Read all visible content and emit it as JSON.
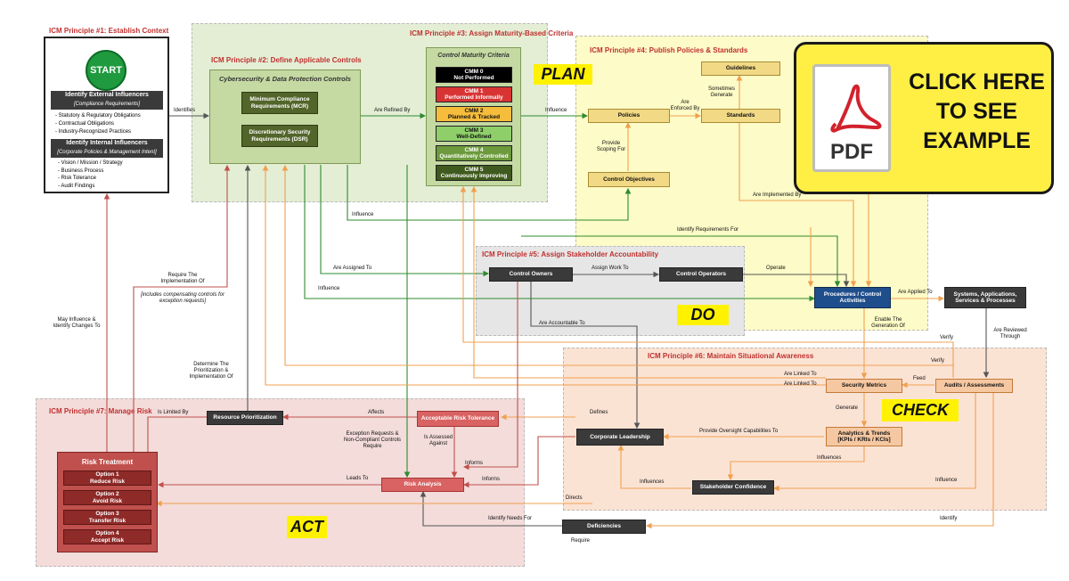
{
  "colors": {
    "green": "#2e8b2e",
    "orange": "#f0a050",
    "red": "#c0504d",
    "gray": "#555555",
    "cta": "#ffee44"
  },
  "p1": {
    "title": "ICM Principle #1: Establish Context",
    "start": "START",
    "ext_title": "Identify External Influencers",
    "ext_sub": "[Compliance Requirements]",
    "ext_items": [
      "- Statutory & Regulatory Obligations",
      "- Contractual Obligations",
      "- Industry-Recognized Practices"
    ],
    "int_title": "Identify Internal Influencers",
    "int_sub": "[Corporate Policies & Management Intent]",
    "int_items": [
      "- Vision / Mission / Strategy",
      "- Business Process",
      "- Risk Tolerance",
      "- Audit Findings"
    ]
  },
  "p2": {
    "title": "ICM Principle #2: Define Applicable Controls",
    "inner": "Cybersecurity & Data Protection Controls",
    "mcr": "Minimum Compliance Requirements (MCR)",
    "dsr": "Discretionary Security Requirements (DSR)"
  },
  "p3": {
    "title": "ICM Principle #3: Assign Maturity-Based Criteria",
    "inner": "Control Maturity Criteria",
    "cmm": [
      {
        "t": "CMM 0",
        "s": "Not Performed",
        "bg": "#000000",
        "fg": "#ffffff"
      },
      {
        "t": "CMM 1",
        "s": "Performed Informally",
        "bg": "#d93434",
        "fg": "#ffffff"
      },
      {
        "t": "CMM 2",
        "s": "Planned & Tracked",
        "bg": "#f6bd3c",
        "fg": "#111111"
      },
      {
        "t": "CMM 3",
        "s": "Well-Defined",
        "bg": "#8fcf6a",
        "fg": "#111111"
      },
      {
        "t": "CMM 4",
        "s": "Quantitatively Controlled",
        "bg": "#6c9a3c",
        "fg": "#ffffff"
      },
      {
        "t": "CMM 5",
        "s": "Continuously Improving",
        "bg": "#3f5a1e",
        "fg": "#ffffff"
      }
    ]
  },
  "p4": {
    "title": "ICM Principle #4: Publish Policies & Standards",
    "guidelines": "Guidelines",
    "policies": "Policies",
    "standards": "Standards",
    "objectives": "Control Objectives"
  },
  "p5": {
    "title": "ICM Principle #5: Assign Stakeholder Accountability",
    "owners": "Control Owners",
    "operators": "Control Operators"
  },
  "p6": {
    "title": "ICM Principle #6: Maintain Situational Awareness",
    "metrics": "Security Metrics",
    "audits": "Audits / Assessments",
    "analytics1": "Analytics & Trends",
    "analytics2": "[KPIs / KRIs / KCIs]",
    "confidence": "Stakeholder Confidence",
    "leadership": "Corporate Leadership",
    "deficiencies": "Deficiencies"
  },
  "p7": {
    "title": "ICM Principle #7: Manage Risk",
    "treatment": "Risk Treatment",
    "options": [
      {
        "t": "Option 1",
        "s": "Reduce Risk"
      },
      {
        "t": "Option 2",
        "s": "Avoid Risk"
      },
      {
        "t": "Option 3",
        "s": "Transfer Risk"
      },
      {
        "t": "Option 4",
        "s": "Accept Risk"
      }
    ],
    "prioritization": "Resource Prioritization",
    "tolerance": "Acceptable Risk Tolerance",
    "analysis": "Risk Analysis"
  },
  "procedures": "Procedures / Control Activities",
  "systems": "Systems, Applications, Services & Processes",
  "phases": {
    "plan": "PLAN",
    "do": "DO",
    "check": "CHECK",
    "act": "ACT"
  },
  "cta": {
    "pdf": "PDF",
    "text": "CLICK HERE TO SEE EXAMPLE"
  },
  "labels": {
    "identifies": "Identifies",
    "refined": "Are Refined By",
    "influence1": "Influence",
    "enforced": "Are Enforced By",
    "sometimes": "Sometimes Generate",
    "provide": "Provide Scoping For",
    "implemented": "Are Implemented By",
    "influence2": "Influence",
    "identify_req": "Identify Requirements For",
    "assigned": "Are Assigned To",
    "assign_work": "Assign Work To",
    "operate": "Operate",
    "influence3": "Influence",
    "applied": "Are Applied To",
    "require_impl": "Require The Implementation Of",
    "compensating": "[includes compensating controls for exception requests]",
    "may_influence": "May Influence & Identify Changes To",
    "accountable": "Are Accountable To",
    "enable": "Enable The Generation Of",
    "reviewed": "Are Reviewed Through",
    "verify1": "Verify",
    "verify2": "Verify",
    "determine": "Determine The Prioritization & Implementation Of",
    "linked1": "Are Linked To",
    "linked2": "Are Linked To",
    "feed": "Feed",
    "generate": "Generate",
    "limited": "Is Limited By",
    "affects": "Affects",
    "defines": "Defines",
    "oversight": "Provide Oversight Capabilities To",
    "exception": "Exception Requests & Non-Compliant Controls Require",
    "assessed": "Is Assessed Against",
    "informs1": "Informs",
    "informs2": "Informs",
    "influences1": "Influences",
    "influences2": "Influences",
    "influence4": "Influence",
    "leads": "Leads To",
    "directs": "Directs",
    "identify_needs": "Identify Needs For",
    "identify": "Identify",
    "require": "Require"
  }
}
